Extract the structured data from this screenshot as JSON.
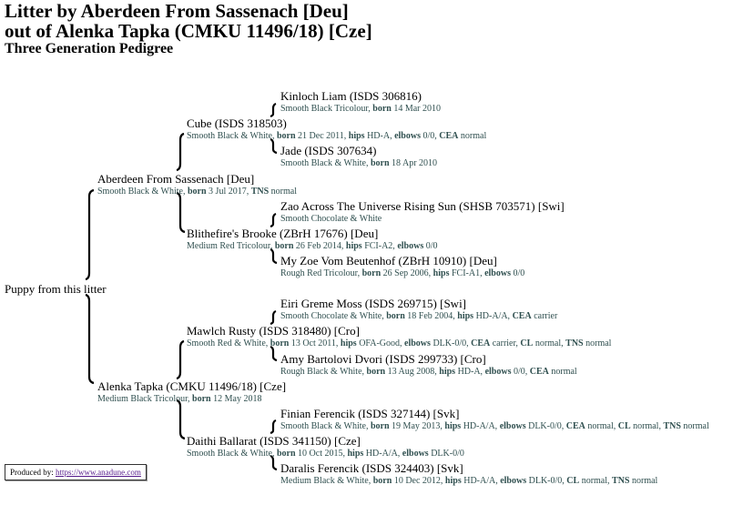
{
  "title": {
    "line1": "Litter by Aberdeen From Sassenach [Deu]",
    "line2": "out of Alenka Tapka (CMKU 11496/18) [Cze]",
    "line3": "Three Generation Pedigree"
  },
  "puppy": "Puppy from this litter",
  "dogs": {
    "kinloch": {
      "name": "Kinloch Liam (ISDS 306816)",
      "details": [
        {
          "t": "Smooth Black Tricolour, "
        },
        {
          "b": "born"
        },
        {
          "t": " 14 Mar 2010"
        }
      ]
    },
    "cube": {
      "name": "Cube (ISDS 318503)",
      "details": [
        {
          "t": "Smooth Black & White, "
        },
        {
          "b": "born"
        },
        {
          "t": " 21 Dec 2011, "
        },
        {
          "b": "hips"
        },
        {
          "t": " HD-A, "
        },
        {
          "b": "elbows"
        },
        {
          "t": " 0/0, "
        },
        {
          "b": "CEA"
        },
        {
          "t": " normal"
        }
      ]
    },
    "jade": {
      "name": "Jade (ISDS 307634)",
      "details": [
        {
          "t": "Smooth Black & White, "
        },
        {
          "b": "born"
        },
        {
          "t": " 18 Apr 2010"
        }
      ]
    },
    "aberdeen": {
      "name": "Aberdeen From Sassenach [Deu]",
      "details": [
        {
          "t": "Smooth Black & White, "
        },
        {
          "b": "born"
        },
        {
          "t": " 3 Jul 2017, "
        },
        {
          "b": "TNS"
        },
        {
          "t": " normal"
        }
      ]
    },
    "zao": {
      "name": "Zao Across The Universe Rising Sun (SHSB 703571) [Swi]",
      "details": [
        {
          "t": "Smooth Chocolate & White"
        }
      ]
    },
    "blithefire": {
      "name": "Blithefire's Brooke (ZBrH 17676) [Deu]",
      "details": [
        {
          "t": "Medium Red Tricolour, "
        },
        {
          "b": "born"
        },
        {
          "t": " 26 Feb 2014, "
        },
        {
          "b": "hips"
        },
        {
          "t": " FCI-A2, "
        },
        {
          "b": "elbows"
        },
        {
          "t": " 0/0"
        }
      ]
    },
    "myzoe": {
      "name": "My Zoe Vom Beutenhof (ZBrH 10910) [Deu]",
      "details": [
        {
          "t": "Rough Red Tricolour, "
        },
        {
          "b": "born"
        },
        {
          "t": " 26 Sep 2006, "
        },
        {
          "b": "hips"
        },
        {
          "t": " FCI-A1, "
        },
        {
          "b": "elbows"
        },
        {
          "t": " 0/0"
        }
      ]
    },
    "eiri": {
      "name": "Eiri Greme Moss (ISDS 269715) [Swi]",
      "details": [
        {
          "t": "Smooth Chocolate & White, "
        },
        {
          "b": "born"
        },
        {
          "t": " 18 Feb 2004, "
        },
        {
          "b": "hips"
        },
        {
          "t": " HD-A/A, "
        },
        {
          "b": "CEA"
        },
        {
          "t": " carrier"
        }
      ]
    },
    "mawlch": {
      "name": "Mawlch Rusty (ISDS 318480) [Cro]",
      "details": [
        {
          "t": "Smooth Red & White, "
        },
        {
          "b": "born"
        },
        {
          "t": " 13 Oct 2011, "
        },
        {
          "b": "hips"
        },
        {
          "t": " OFA-Good, "
        },
        {
          "b": "elbows"
        },
        {
          "t": " DLK-0/0, "
        },
        {
          "b": "CEA"
        },
        {
          "t": " carrier, "
        },
        {
          "b": "CL"
        },
        {
          "t": " normal, "
        },
        {
          "b": "TNS"
        },
        {
          "t": " normal"
        }
      ]
    },
    "amy": {
      "name": "Amy Bartolovi Dvori (ISDS 299733) [Cro]",
      "details": [
        {
          "t": "Rough Black & White, "
        },
        {
          "b": "born"
        },
        {
          "t": " 13 Aug 2008, "
        },
        {
          "b": "hips"
        },
        {
          "t": " HD-A, "
        },
        {
          "b": "elbows"
        },
        {
          "t": " 0/0, "
        },
        {
          "b": "CEA"
        },
        {
          "t": " normal"
        }
      ]
    },
    "alenka": {
      "name": "Alenka Tapka (CMKU 11496/18) [Cze]",
      "details": [
        {
          "t": "Medium Black Tricolour, "
        },
        {
          "b": "born"
        },
        {
          "t": " 12 May 2018"
        }
      ]
    },
    "finian": {
      "name": "Finian Ferencik (ISDS 327144) [Svk]",
      "details": [
        {
          "t": "Smooth Black & White, "
        },
        {
          "b": "born"
        },
        {
          "t": " 19 May 2013, "
        },
        {
          "b": "hips"
        },
        {
          "t": " HD-A/A, "
        },
        {
          "b": "elbows"
        },
        {
          "t": " DLK-0/0, "
        },
        {
          "b": "CEA"
        },
        {
          "t": " normal, "
        },
        {
          "b": "CL"
        },
        {
          "t": " normal, "
        },
        {
          "b": "TNS"
        },
        {
          "t": " normal"
        }
      ]
    },
    "daithi": {
      "name": "Daithi Ballarat (ISDS 341150) [Cze]",
      "details": [
        {
          "t": "Smooth Black & White, "
        },
        {
          "b": "born"
        },
        {
          "t": " 10 Oct 2015, "
        },
        {
          "b": "hips"
        },
        {
          "t": " HD-A/A, "
        },
        {
          "b": "elbows"
        },
        {
          "t": " DLK-0/0"
        }
      ]
    },
    "daralis": {
      "name": "Daralis Ferencik (ISDS 324403) [Svk]",
      "details": [
        {
          "t": "Medium Black & White, "
        },
        {
          "b": "born"
        },
        {
          "t": " 10 Dec 2012, "
        },
        {
          "b": "hips"
        },
        {
          "t": " HD-A/A, "
        },
        {
          "b": "elbows"
        },
        {
          "t": " DLK-0/0, "
        },
        {
          "b": "CL"
        },
        {
          "t": " normal, "
        },
        {
          "b": "TNS"
        },
        {
          "t": " normal"
        }
      ]
    }
  },
  "footer": {
    "label": "Produced by: ",
    "link": "https://www.anadune.com"
  }
}
